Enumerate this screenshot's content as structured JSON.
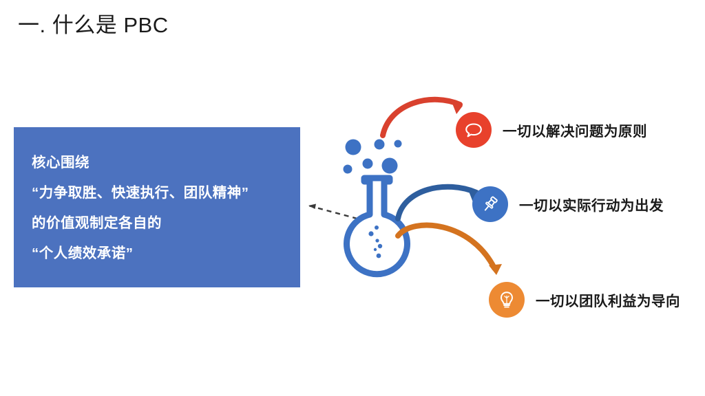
{
  "slide": {
    "title": "一. 什么是 PBC",
    "background_color": "#FFFFFF"
  },
  "core_box": {
    "background_color": "#4C72BF",
    "text_color": "#FFFFFF",
    "lines": [
      "核心围绕",
      "“力争取胜、快速执行、团队精神”",
      "的价值观制定各自的",
      "“个人绩效承诺”"
    ]
  },
  "features": [
    {
      "label": "一切以解决问题为原则",
      "icon": "speech-bubble-icon",
      "color": "#E8412C",
      "arrow_color": "#D9412E"
    },
    {
      "label": "一切以实际行动为出发",
      "icon": "pushpin-icon",
      "color": "#3D72C4",
      "arrow_color": "#2E5E9E"
    },
    {
      "label": "一切以团队利益为导向",
      "icon": "lightbulb-icon",
      "color": "#ED8A33",
      "arrow_color": "#D4731F"
    }
  ],
  "artwork": {
    "flask": {
      "name": "conical-flask-icon",
      "color": "#3D72C4",
      "bubble_count": 6,
      "droplet_count": 6
    },
    "connector": {
      "name": "dashed-connector-arrow",
      "color": "#3A3A3A",
      "style": "dashed",
      "direction": "right-to-left"
    }
  }
}
